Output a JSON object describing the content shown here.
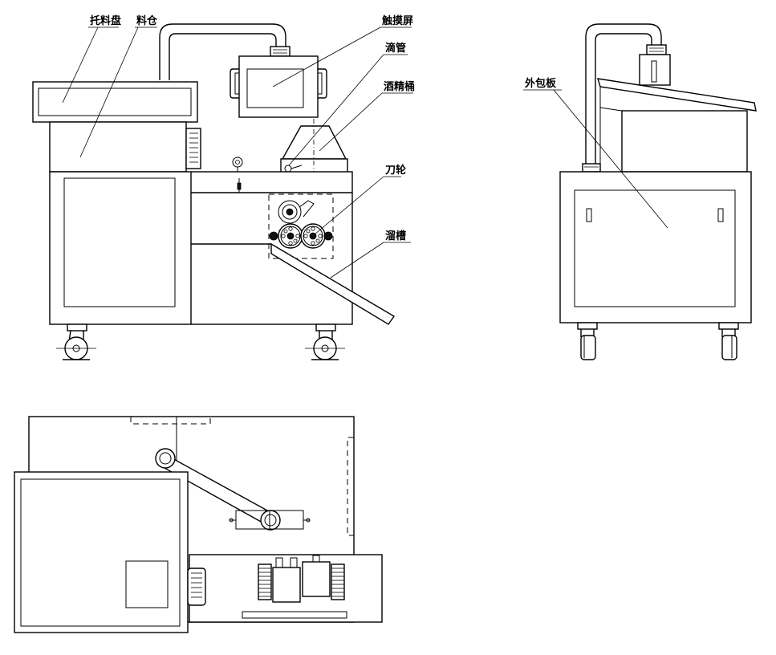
{
  "labels": {
    "tray": "托料盘",
    "hopper": "料仓",
    "touchscreen": "触摸屏",
    "drip_tube": "滴管",
    "alcohol_bucket": "酒精桶",
    "cutter_wheel": "刀轮",
    "chute": "溜槽",
    "outer_panel": "外包板"
  },
  "colors": {
    "line": "#000000",
    "background": "#ffffff"
  }
}
